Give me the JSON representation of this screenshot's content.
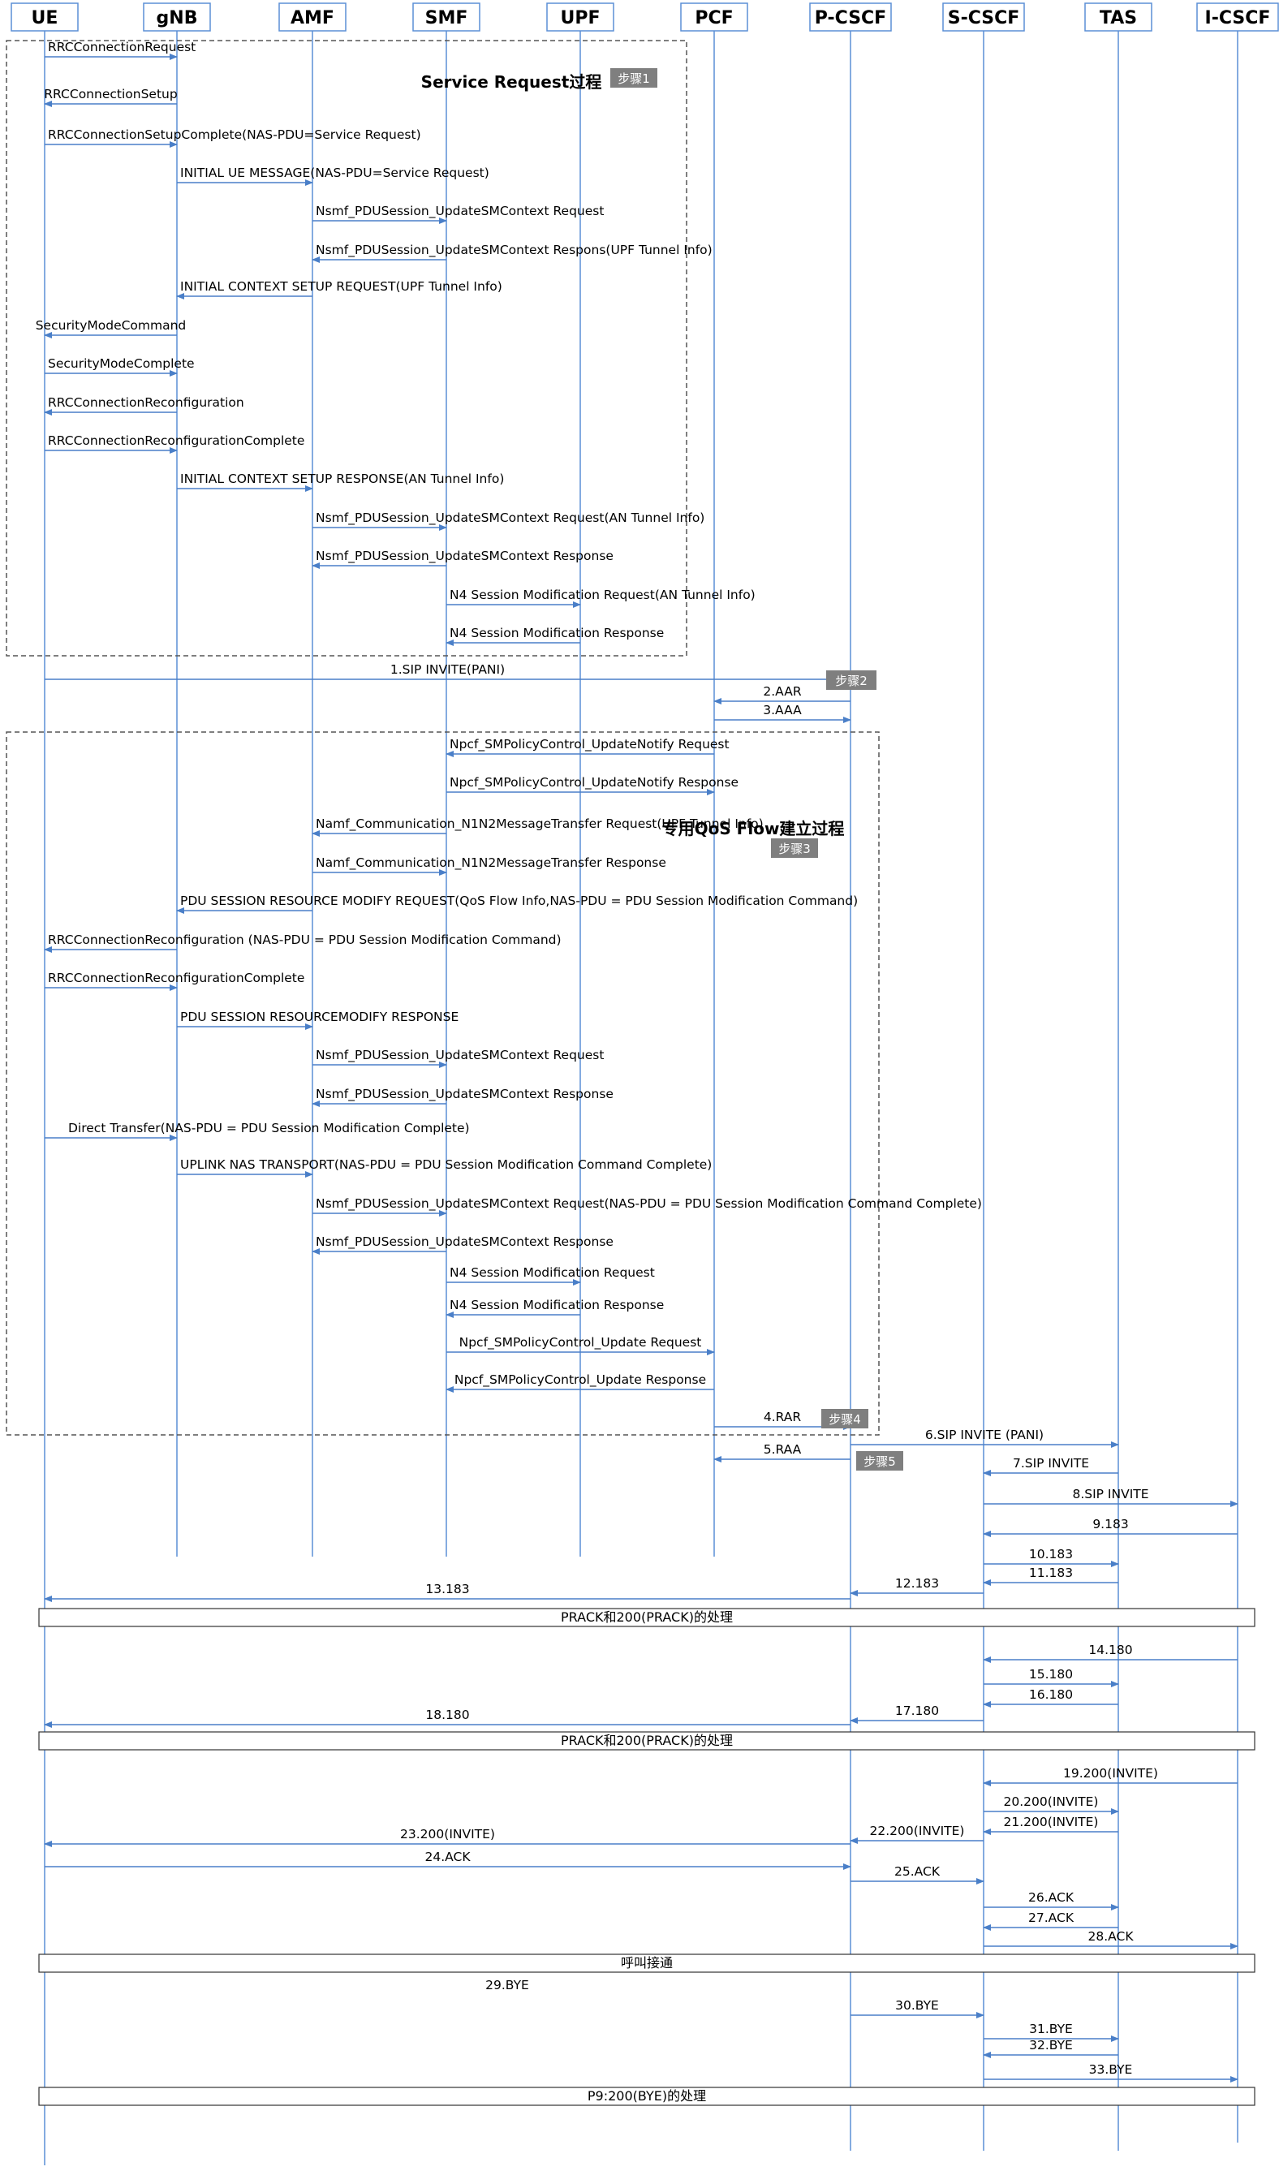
{
  "colors": {
    "arrow": "#4a7fc8",
    "lifeline": "#5b8fd6",
    "entity_border": "#5b8fd6",
    "step_badge": "#7f7f7f",
    "dashed_box": "#555555"
  },
  "entities": [
    "UE",
    "gNB",
    "AMF",
    "SMF",
    "UPF",
    "PCF",
    "P-CSCF",
    "S-CSCF",
    "TAS",
    "I-CSCF"
  ],
  "groups": [
    {
      "title": "Service Request过程",
      "step": "步骤1"
    },
    {
      "title": "专用QoS Flow建立过程",
      "step": "步骤3"
    }
  ],
  "steps": [
    "步骤2",
    "步骤4",
    "步骤5"
  ],
  "messages": [
    {
      "from": "UE",
      "to": "gNB",
      "label": "RRCConnectionRequest"
    },
    {
      "from": "gNB",
      "to": "UE",
      "label": "RRCConnectionSetup"
    },
    {
      "from": "UE",
      "to": "gNB",
      "label": "RRCConnectionSetupComplete(NAS-PDU=Service Request)"
    },
    {
      "from": "gNB",
      "to": "AMF",
      "label": "INITIAL UE MESSAGE(NAS-PDU=Service Request)"
    },
    {
      "from": "AMF",
      "to": "SMF",
      "label": "Nsmf_PDUSession_UpdateSMContext Request"
    },
    {
      "from": "SMF",
      "to": "AMF",
      "label": "Nsmf_PDUSession_UpdateSMContext Respons(UPF Tunnel Info)"
    },
    {
      "from": "AMF",
      "to": "gNB",
      "label": "INITIAL CONTEXT SETUP REQUEST(UPF Tunnel Info)"
    },
    {
      "from": "gNB",
      "to": "UE",
      "label": "SecurityModeCommand"
    },
    {
      "from": "UE",
      "to": "gNB",
      "label": "SecurityModeComplete"
    },
    {
      "from": "gNB",
      "to": "UE",
      "label": "RRCConnectionReconfiguration"
    },
    {
      "from": "UE",
      "to": "gNB",
      "label": "RRCConnectionReconfigurationComplete"
    },
    {
      "from": "gNB",
      "to": "AMF",
      "label": "INITIAL CONTEXT SETUP RESPONSE(AN Tunnel Info)"
    },
    {
      "from": "AMF",
      "to": "SMF",
      "label": "Nsmf_PDUSession_UpdateSMContext Request(AN Tunnel Info)"
    },
    {
      "from": "SMF",
      "to": "AMF",
      "label": "Nsmf_PDUSession_UpdateSMContext Response"
    },
    {
      "from": "SMF",
      "to": "UPF",
      "label": "N4 Session Modification Request(AN Tunnel Info)"
    },
    {
      "from": "UPF",
      "to": "SMF",
      "label": "N4 Session Modification Response"
    },
    {
      "from": "UE",
      "to": "P-CSCF",
      "label": "1.SIP INVITE(PANI)"
    },
    {
      "from": "P-CSCF",
      "to": "PCF",
      "label": "2.AAR"
    },
    {
      "from": "PCF",
      "to": "P-CSCF",
      "label": "3.AAA"
    },
    {
      "from": "PCF",
      "to": "SMF",
      "label": "Npcf_SMPolicyControl_UpdateNotify Request"
    },
    {
      "from": "SMF",
      "to": "PCF",
      "label": "Npcf_SMPolicyControl_UpdateNotify Response"
    },
    {
      "from": "SMF",
      "to": "AMF",
      "label": "Namf_Communication_N1N2MessageTransfer Request(UPF Tunnel Info)"
    },
    {
      "from": "AMF",
      "to": "SMF",
      "label": "Namf_Communication_N1N2MessageTransfer Response"
    },
    {
      "from": "AMF",
      "to": "gNB",
      "label": "PDU SESSION RESOURCE MODIFY REQUEST(QoS Flow Info,NAS-PDU = PDU Session Modification Command)"
    },
    {
      "from": "gNB",
      "to": "UE",
      "label": "RRCConnectionReconfiguration (NAS-PDU = PDU Session Modification Command)"
    },
    {
      "from": "UE",
      "to": "gNB",
      "label": "RRCConnectionReconfigurationComplete"
    },
    {
      "from": "gNB",
      "to": "AMF",
      "label": "PDU SESSION RESOURCEMODIFY RESPONSE"
    },
    {
      "from": "AMF",
      "to": "SMF",
      "label": "Nsmf_PDUSession_UpdateSMContext Request"
    },
    {
      "from": "SMF",
      "to": "AMF",
      "label": "Nsmf_PDUSession_UpdateSMContext Response"
    },
    {
      "from": "UE",
      "to": "gNB",
      "label": "Direct Transfer(NAS-PDU = PDU Session Modification Complete)"
    },
    {
      "from": "gNB",
      "to": "AMF",
      "label": "UPLINK NAS TRANSPORT(NAS-PDU = PDU Session Modification Command Complete)"
    },
    {
      "from": "AMF",
      "to": "SMF",
      "label": "Nsmf_PDUSession_UpdateSMContext Request(NAS-PDU = PDU Session Modification Command Complete)"
    },
    {
      "from": "SMF",
      "to": "AMF",
      "label": "Nsmf_PDUSession_UpdateSMContext Response"
    },
    {
      "from": "SMF",
      "to": "UPF",
      "label": "N4 Session Modification Request"
    },
    {
      "from": "UPF",
      "to": "SMF",
      "label": "N4 Session Modification Response"
    },
    {
      "from": "SMF",
      "to": "PCF",
      "label": "Npcf_SMPolicyControl_Update Request"
    },
    {
      "from": "PCF",
      "to": "SMF",
      "label": "Npcf_SMPolicyControl_Update Response"
    },
    {
      "from": "PCF",
      "to": "P-CSCF",
      "label": "4.RAR"
    },
    {
      "from": "P-CSCF",
      "to": "PCF",
      "label": "5.RAA"
    },
    {
      "from": "P-CSCF",
      "to": "TAS",
      "label": "6.SIP INVITE (PANI)"
    },
    {
      "from": "TAS",
      "to": "S-CSCF",
      "label": "7.SIP INVITE"
    },
    {
      "from": "S-CSCF",
      "to": "I-CSCF",
      "label": "8.SIP INVITE"
    },
    {
      "from": "I-CSCF",
      "to": "S-CSCF",
      "label": "9.183"
    },
    {
      "from": "S-CSCF",
      "to": "TAS",
      "label": "10.183"
    },
    {
      "from": "TAS",
      "to": "S-CSCF",
      "label": "11.183"
    },
    {
      "from": "S-CSCF",
      "to": "P-CSCF",
      "label": "12.183"
    },
    {
      "from": "P-CSCF",
      "to": "UE",
      "label": "13.183"
    },
    {
      "from": "I-CSCF",
      "to": "S-CSCF",
      "label": "14.180"
    },
    {
      "from": "S-CSCF",
      "to": "TAS",
      "label": "15.180"
    },
    {
      "from": "TAS",
      "to": "S-CSCF",
      "label": "16.180"
    },
    {
      "from": "S-CSCF",
      "to": "P-CSCF",
      "label": "17.180"
    },
    {
      "from": "P-CSCF",
      "to": "UE",
      "label": "18.180"
    },
    {
      "from": "I-CSCF",
      "to": "S-CSCF",
      "label": "19.200(INVITE)"
    },
    {
      "from": "S-CSCF",
      "to": "TAS",
      "label": "20.200(INVITE)"
    },
    {
      "from": "TAS",
      "to": "S-CSCF",
      "label": "21.200(INVITE)"
    },
    {
      "from": "S-CSCF",
      "to": "P-CSCF",
      "label": "22.200(INVITE)"
    },
    {
      "from": "P-CSCF",
      "to": "UE",
      "label": "23.200(INVITE)"
    },
    {
      "from": "UE",
      "to": "P-CSCF",
      "label": "24.ACK"
    },
    {
      "from": "P-CSCF",
      "to": "S-CSCF",
      "label": "25.ACK"
    },
    {
      "from": "S-CSCF",
      "to": "TAS",
      "label": "26.ACK"
    },
    {
      "from": "TAS",
      "to": "S-CSCF",
      "label": "27.ACK"
    },
    {
      "from": "S-CSCF",
      "to": "I-CSCF",
      "label": "28.ACK"
    },
    {
      "from": "P-CSCF",
      "to": "S-CSCF",
      "label": "30.BYE"
    },
    {
      "from": "S-CSCF",
      "to": "TAS",
      "label": "31.BYE"
    },
    {
      "from": "TAS",
      "to": "S-CSCF",
      "label": "32.BYE"
    },
    {
      "from": "S-CSCF",
      "to": "I-CSCF",
      "label": "33.BYE"
    }
  ],
  "standalone_labels": [
    "29.BYE"
  ],
  "notes": [
    "PRACK和200(PRACK)的处理",
    "PRACK和200(PRACK)的处理",
    "呼叫接通",
    "P9:200(BYE)的处理"
  ]
}
